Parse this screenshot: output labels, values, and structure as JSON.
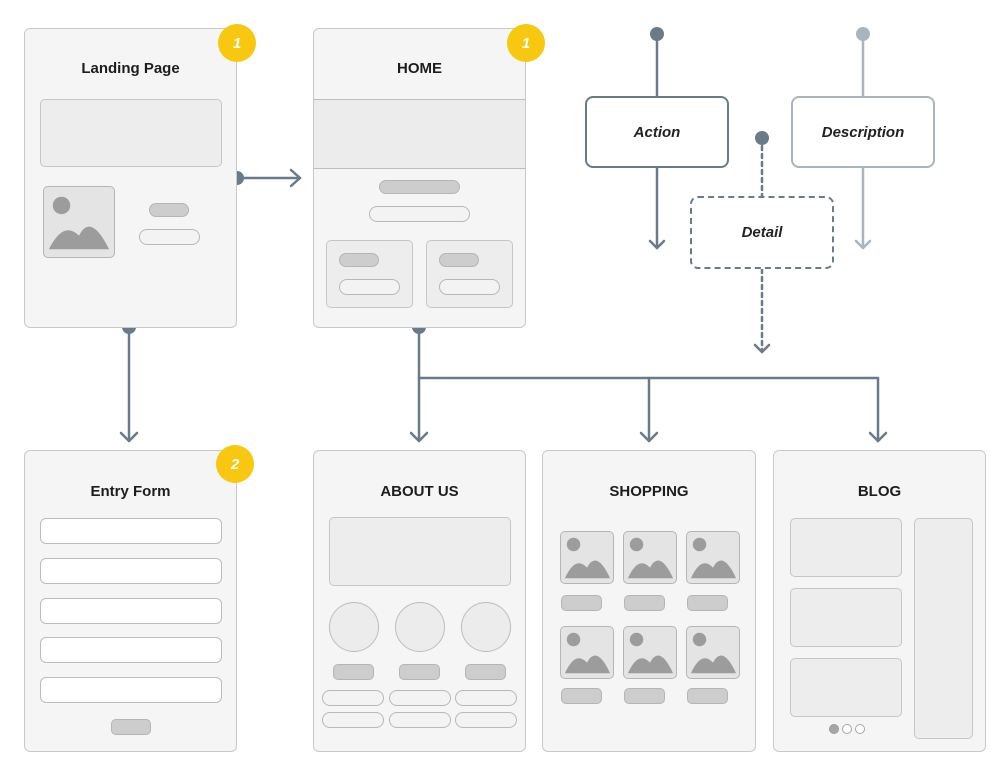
{
  "cards": {
    "landing": {
      "title": "Landing Page",
      "badge": "1"
    },
    "home": {
      "title": "HOME",
      "badge": "1"
    },
    "entry_form": {
      "title": "Entry Form",
      "badge": "2"
    },
    "about": {
      "title": "ABOUT US"
    },
    "shopping": {
      "title": "SHOPPING"
    },
    "blog": {
      "title": "BLOG"
    }
  },
  "legend": {
    "action": "Action",
    "description": "Description",
    "detail": "Detail"
  },
  "colors": {
    "connector": "#6b7a89",
    "badge": "#f7c80f",
    "description": "#aab4bf"
  }
}
